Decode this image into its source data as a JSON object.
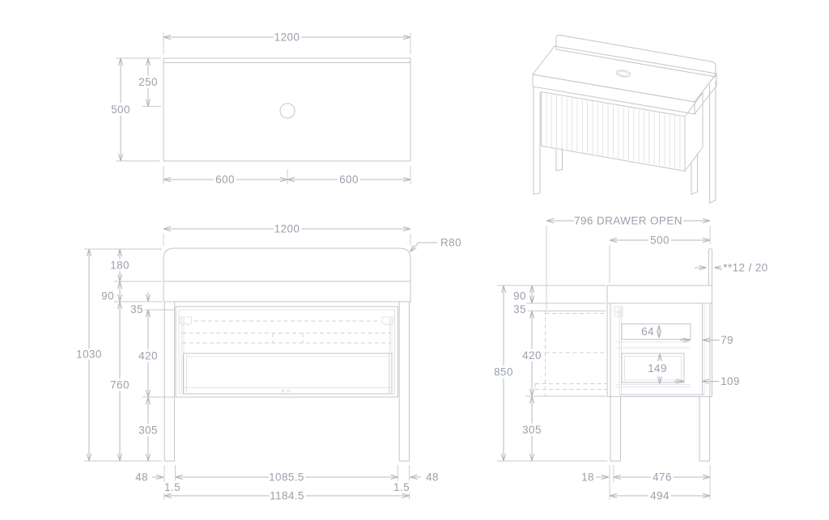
{
  "drawing": {
    "top_view": {
      "width": "1200",
      "depth": "500",
      "hole_setback": "250",
      "hole_left": "600",
      "hole_right": "600"
    },
    "front_view": {
      "width": "1200",
      "corner_radius": "R80",
      "splash_height": "180",
      "counter_thickness": "90",
      "top_gap": "35",
      "drawer_height": "420",
      "overall_height": "1030",
      "body_height": "760",
      "leg_height": "305",
      "leg_width_left": "48",
      "gap_left": "1.5",
      "inner_width": "1085.5",
      "gap_right": "1.5",
      "leg_width_right": "48",
      "overall_width": "1184.5"
    },
    "side_view": {
      "drawer_open": "796 DRAWER OPEN",
      "depth": "500",
      "splash_thickness": "**12 / 20",
      "counter_thickness": "90",
      "top_gap": "35",
      "drawer_height": "420",
      "overall_height": "850",
      "leg_height": "305",
      "upper_drawer_height": "64",
      "rear_gap_upper": "79",
      "lower_drawer_height": "149",
      "rear_gap_lower": "109",
      "leg_setback": "18",
      "leg_depth": "476",
      "base_depth": "494"
    }
  },
  "colors": {
    "line": "#c2c6cb",
    "dim": "#b4bac0",
    "text": "#9aa1ab",
    "background": "#ffffff"
  }
}
